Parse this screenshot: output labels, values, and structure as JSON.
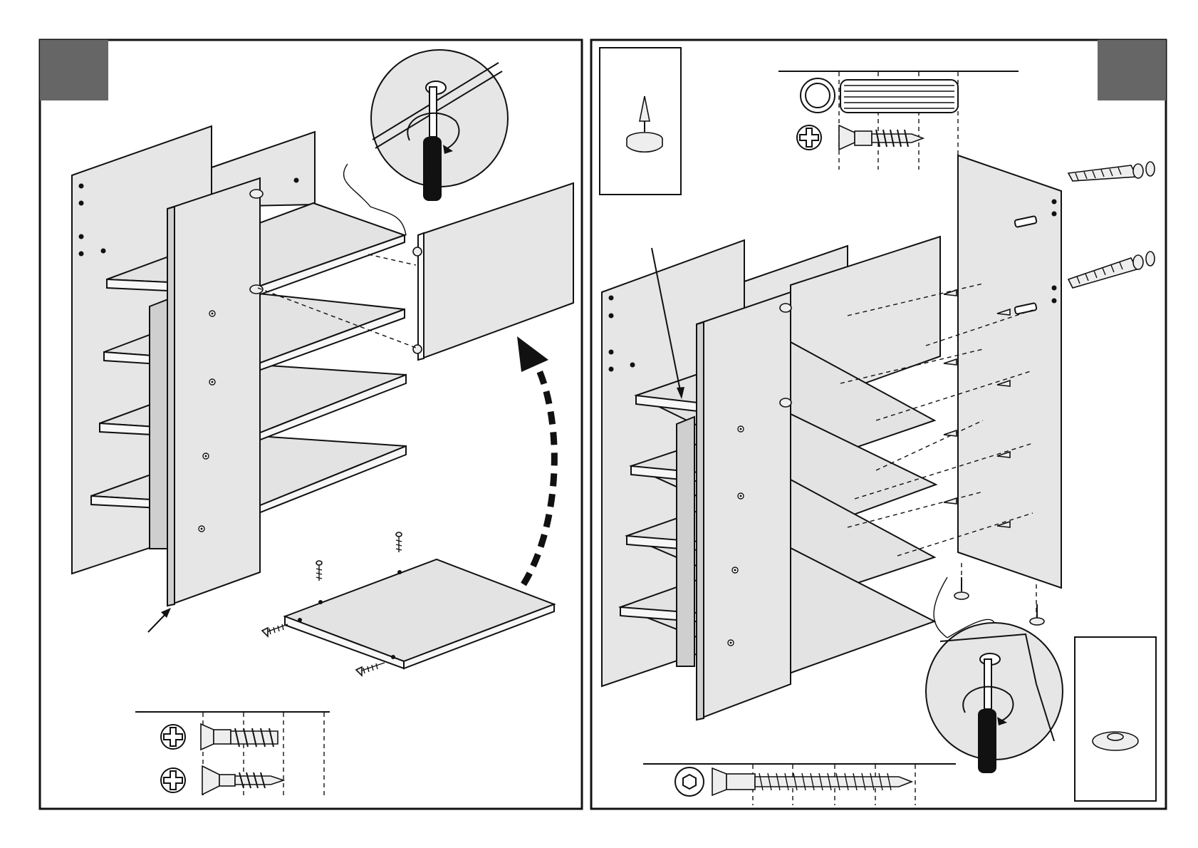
{
  "page": {
    "description_visible_text": "",
    "accent_colors": {
      "step_tab": "#666666",
      "panel_fill": "#e6e6e6",
      "line": "#111111"
    }
  },
  "left_step": {
    "step_tab_label": "",
    "parts_legend": [
      {
        "icon": "phillips-head-icon",
        "part": "confirmat-screw"
      },
      {
        "icon": "phillips-head-icon",
        "part": "wood-screw"
      }
    ],
    "callout": {
      "icon": "screwdriver-icon",
      "direction": "clockwise"
    }
  },
  "right_step": {
    "step_tab_label": "",
    "parts_legend": [
      {
        "icon": "dowel-end-icon",
        "part": "wooden-dowel"
      },
      {
        "icon": "phillips-head-icon",
        "part": "small-screw"
      },
      {
        "icon": "hex-head-icon",
        "part": "long-wall-screw"
      }
    ],
    "callout": {
      "icon": "screwdriver-icon",
      "direction": "clockwise"
    },
    "inset_parts": [
      "nail-glide-icon",
      "felt-pad-icon"
    ]
  }
}
